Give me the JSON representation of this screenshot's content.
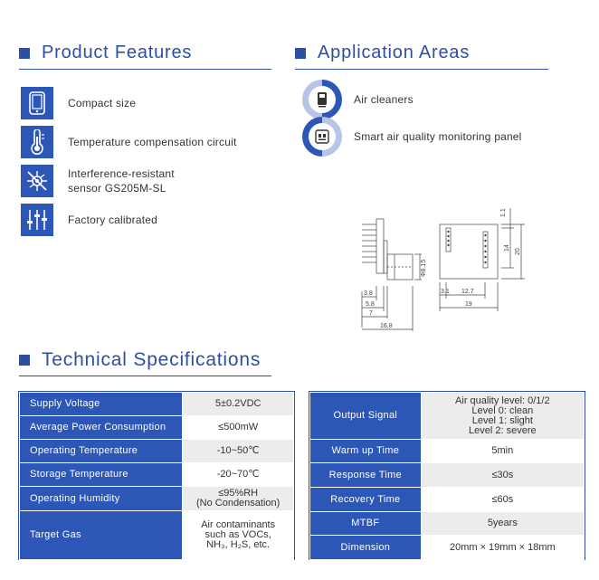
{
  "features": {
    "title": "Product Features",
    "items": [
      {
        "icon": "tablet-icon",
        "label": "Compact size"
      },
      {
        "icon": "thermometer-icon",
        "label": "Temperature compensation circuit"
      },
      {
        "icon": "interference-icon",
        "label_line1": "Interference-resistant",
        "label_line2": "sensor GS205M-SL"
      },
      {
        "icon": "sliders-icon",
        "label": "Factory calibrated"
      }
    ]
  },
  "applications": {
    "title": "Application Areas",
    "items": [
      {
        "icon": "air-cleaner-icon",
        "label": "Air cleaners"
      },
      {
        "icon": "monitoring-panel-icon",
        "label": "Smart air quality monitoring panel"
      }
    ]
  },
  "drawing": {
    "dim_diameter": "Φ8.15",
    "dim_3_8": "3.8",
    "dim_5_8": "5.8",
    "dim_7": "7",
    "dim_16_8": "16.8",
    "dim_3_1": "3.1",
    "dim_12_7": "12.7",
    "dim_19": "19",
    "dim_1_1": "1.1",
    "dim_14": "14",
    "dim_20": "20"
  },
  "specs": {
    "title": "Technical Specifications",
    "left": [
      {
        "label": "Supply Voltage",
        "value": "5±0.2VDC"
      },
      {
        "label": "Average Power Consumption",
        "value": "≤500mW"
      },
      {
        "label": "Operating Temperature",
        "value": "-10~50℃"
      },
      {
        "label": "Storage Temperature",
        "value": "-20~70℃"
      },
      {
        "label": "Operating Humidity",
        "value_line1": "≤95%RH",
        "value_line2": "(No Condensation)"
      },
      {
        "label": "Target Gas",
        "value_line1": "Air contaminants",
        "value_line2": "such as VOCs,",
        "value_line3": "NH₃, H₂S, etc."
      }
    ],
    "right": [
      {
        "label": "Output Signal",
        "value_line1": "Air quality level: 0/1/2",
        "value_line2": "Level 0: clean",
        "value_line3": "Level 1: slight",
        "value_line4": "Level 2: severe"
      },
      {
        "label": "Warm up Time",
        "value": "5min"
      },
      {
        "label": "Response Time",
        "value": "≤30s"
      },
      {
        "label": "Recovery Time",
        "value": "≤60s"
      },
      {
        "label": "MTBF",
        "value": "5years"
      },
      {
        "label": "Dimension",
        "value": "20mm × 19mm × 18mm"
      }
    ]
  },
  "colors": {
    "accent": "#2d57b7",
    "title": "#2d4ea5",
    "ring_light": "#b8c4e6",
    "row_gray": "#ececec"
  }
}
